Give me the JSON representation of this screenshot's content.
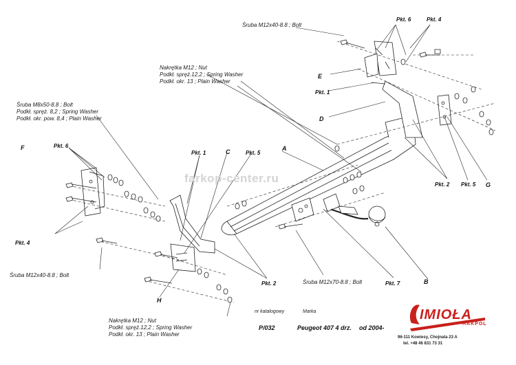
{
  "watermark": "farkop-center.ru",
  "callouts": {
    "top_bolt": "Śruba M12x40-8.8 ; Bolt",
    "nut_top": [
      "Nakrętka M12 ; Nut",
      "Podkł. spręż.12,2 ; Spring Washer",
      "Podkł. okr. 13 ; Plain Washer"
    ],
    "left_bolt": [
      "Śruba M8x50-8.8 ; Bolt",
      "Podkł. spręż. 8,2 ; Spring Washer",
      "Podkł. okr. pow. 8,4 ; Plain Washer"
    ],
    "bottom_left_bolt": "Śruba M12x40-8.8 ; Bolt",
    "bottom_center_bolt": "Śruba M12x70-8.8 ; Bolt",
    "nut_bottom": [
      "Nakrętka M12 ; Nut",
      "Podkł. spręż.12,2 ; Spring Washer",
      "Podkł. okr. 13 ; Plain Washer"
    ]
  },
  "points": {
    "pkt6": "Pkt. 6",
    "pkt4": "Pkt. 4",
    "pkt1": "Pkt. 1",
    "pkt5": "Pkt. 5",
    "pkt2": "Pkt. 2",
    "pkt7": "Pkt. 7"
  },
  "letters": [
    "A",
    "B",
    "C",
    "D",
    "E",
    "F",
    "G",
    "H"
  ],
  "title_block": {
    "catalog_label": "nr katalogowy",
    "catalog_value": "P/032",
    "make_label": "Marka",
    "model_value": "Peugeot 407 4 drz.",
    "year_value": "od 2004-"
  },
  "brand": {
    "name": "IMIOŁA",
    "sub": "HAKPOL",
    "address": "96-111 Kowiesy, Chojnata 23 A",
    "phone": "tel. +48 46 831 73 31",
    "color": "#c8201c"
  }
}
